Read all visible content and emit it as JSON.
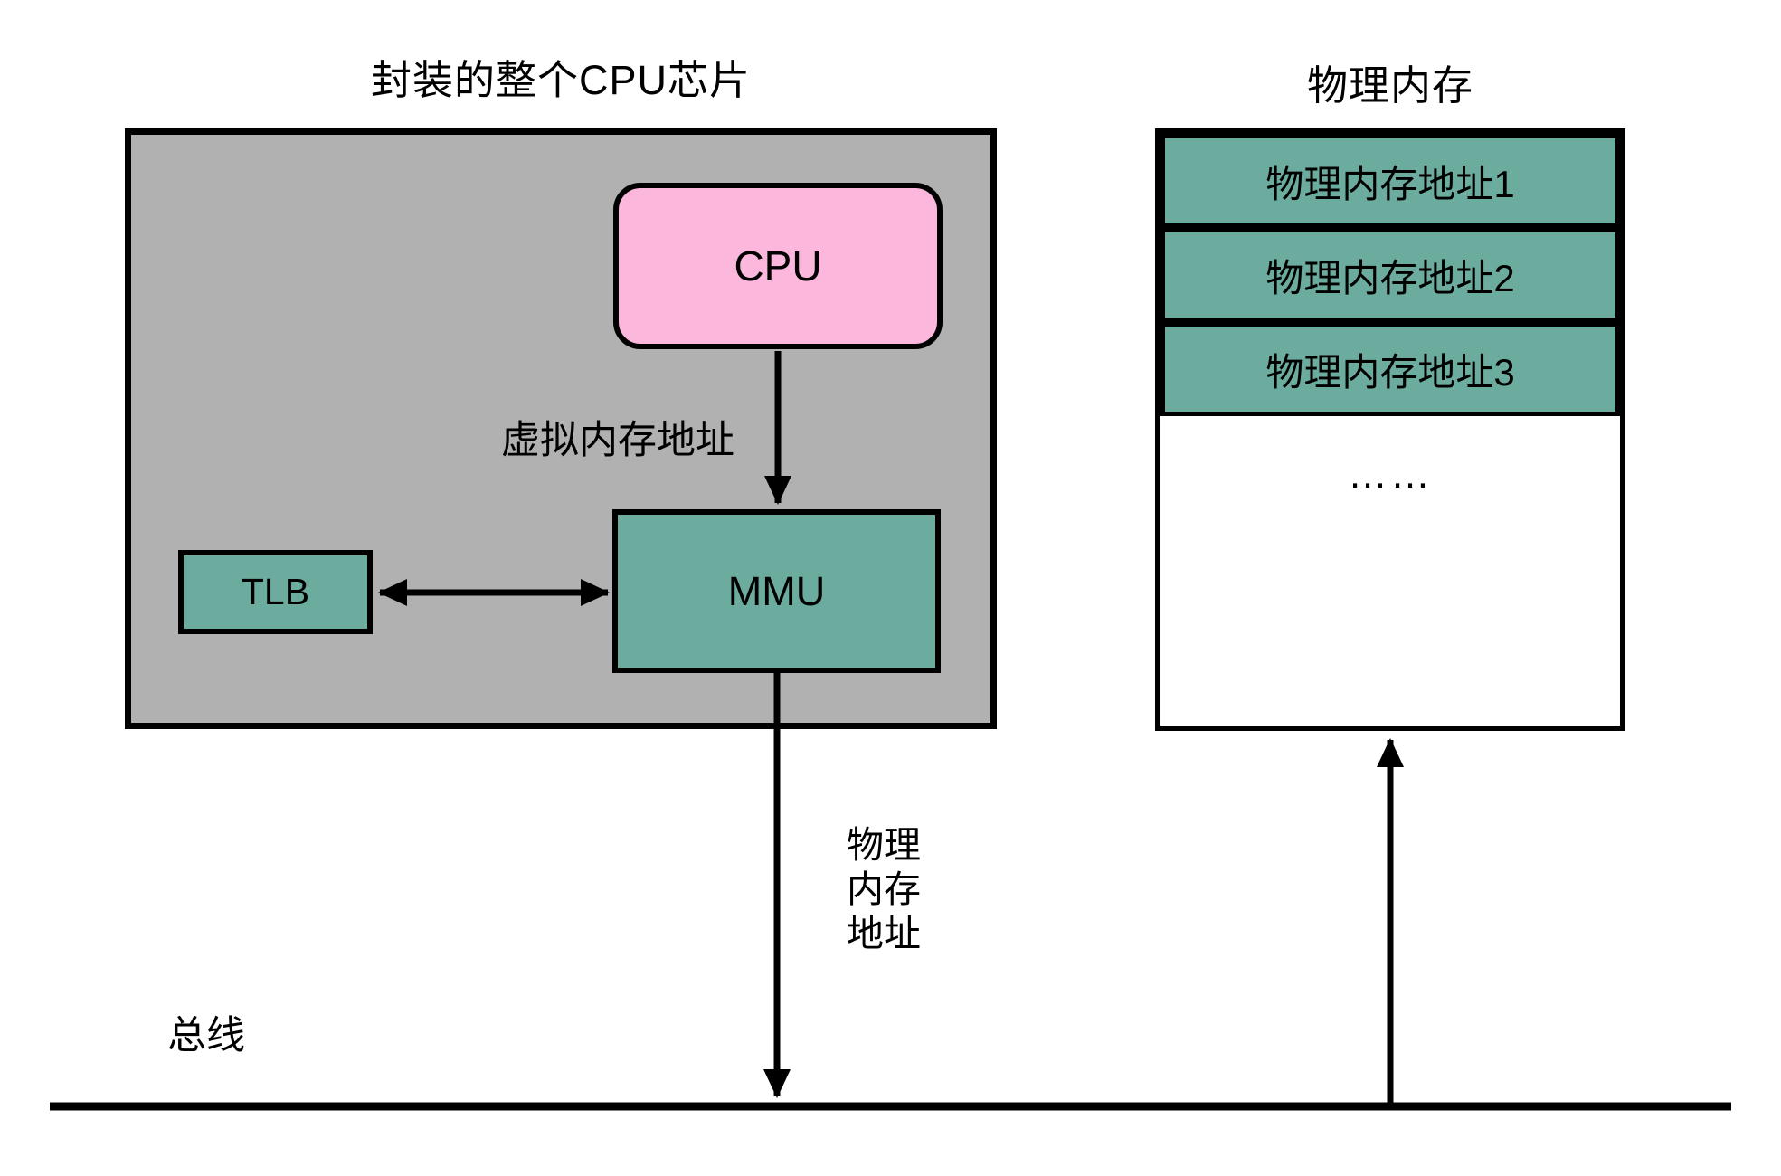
{
  "titles": {
    "chip": "封装的整个CPU芯片",
    "memory": "物理内存"
  },
  "chip": {
    "cpu": "CPU",
    "tlb": "TLB",
    "mmu": "MMU"
  },
  "labels": {
    "virtual_address": "虚拟内存地址",
    "physical_address": "物理\n内存\n地址",
    "bus": "总线"
  },
  "memory": {
    "rows": [
      "物理内存地址1",
      "物理内存地址2",
      "物理内存地址3"
    ],
    "ellipsis": "……"
  },
  "colors": {
    "chip_bg": "#b1b1b1",
    "cpu_fill": "#fbb7dc",
    "unit_fill": "#6bac9e",
    "line": "#000000",
    "page_bg": "#ffffff"
  }
}
